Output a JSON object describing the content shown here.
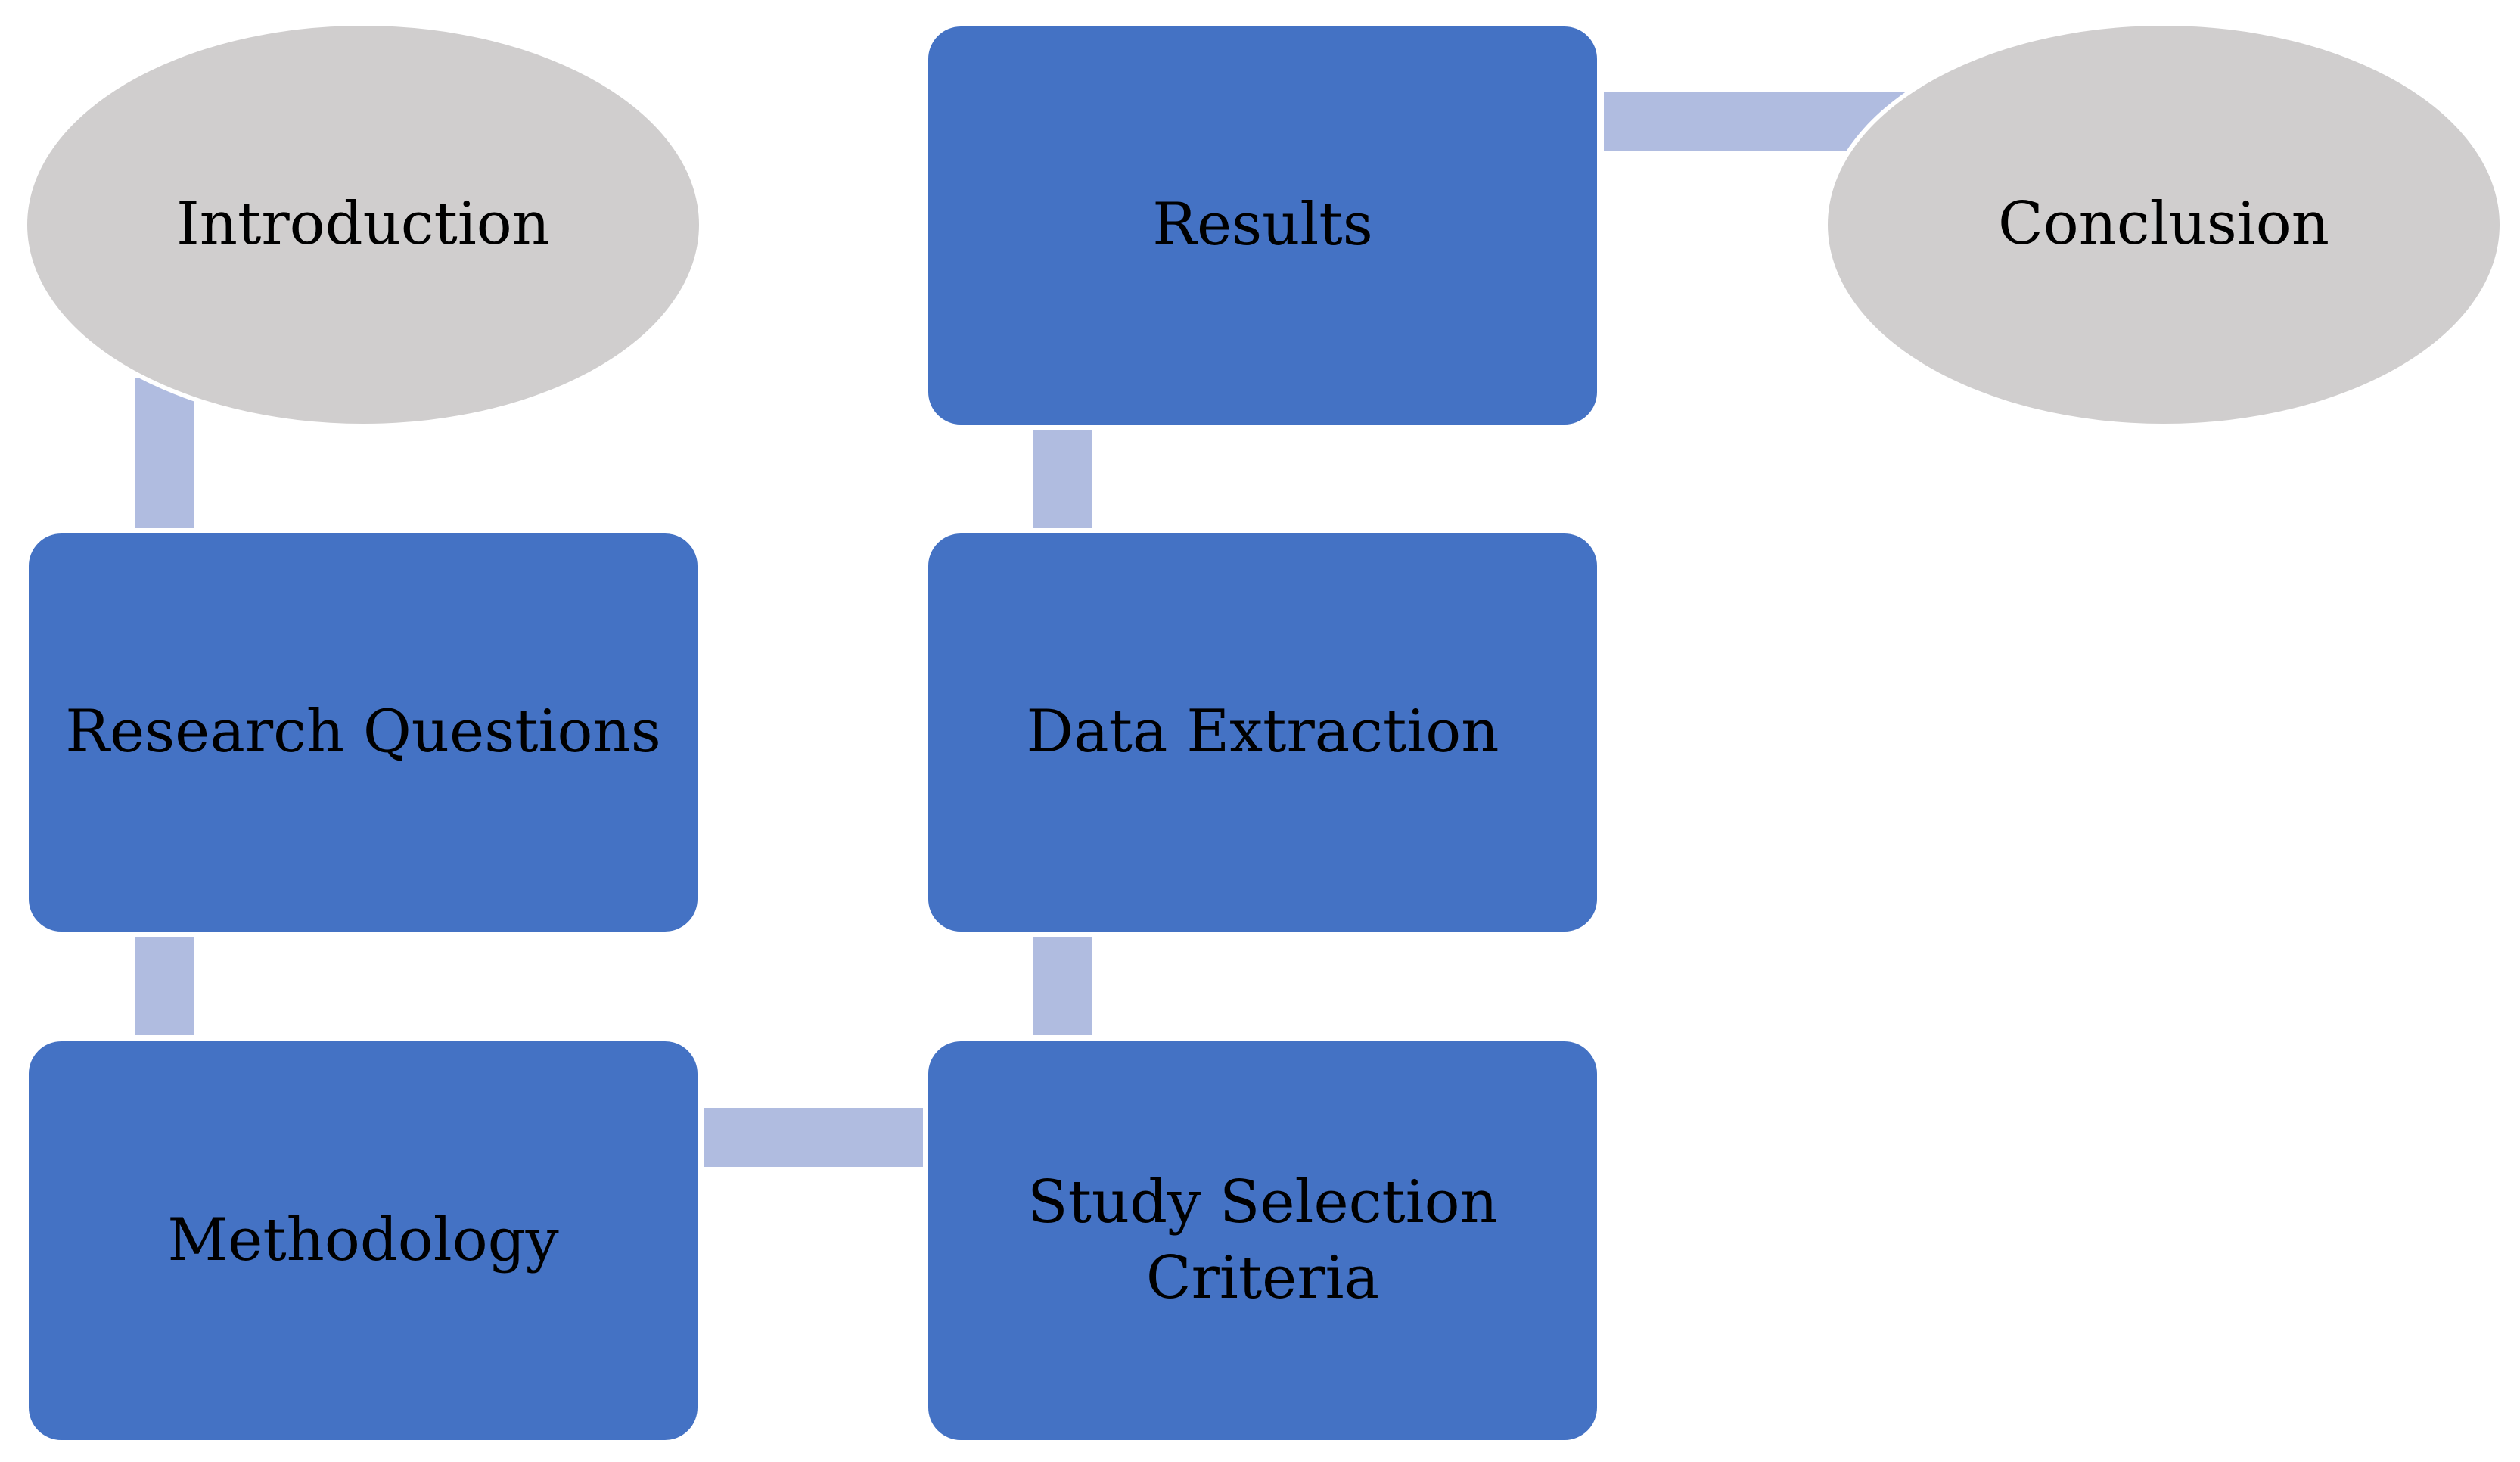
{
  "diagram": {
    "nodes": {
      "introduction": "Introduction",
      "research_questions": "Research Questions",
      "methodology": "Methodology",
      "study_selection": "Study Selection Criteria",
      "data_extraction": "Data Extraction",
      "results": "Results",
      "conclusion": "Conclusion"
    },
    "colors": {
      "box_fill": "#4472c4",
      "oval_fill": "#d0cece",
      "connector": "#b0bce0"
    }
  }
}
